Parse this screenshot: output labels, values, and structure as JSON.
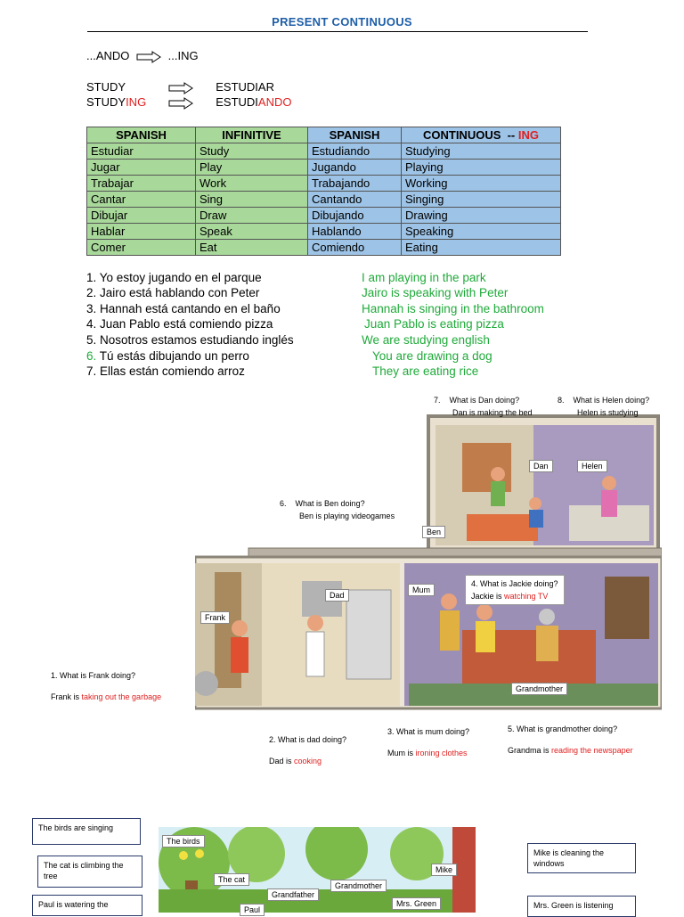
{
  "title": "PRESENT CONTINUOUS",
  "rule_ando": {
    "left": "...ANDO",
    "right": "...ING"
  },
  "study_rows": [
    {
      "en": "STUDY",
      "en_suffix": "",
      "es": "ESTUDIAR",
      "es_suffix": ""
    },
    {
      "en": "STUDY",
      "en_suffix": "ING",
      "es": "ESTUDI",
      "es_suffix": "ANDO"
    }
  ],
  "table": {
    "headers": [
      "SPANISH",
      "INFINITIVE",
      "SPANISH",
      "CONTINUOUS  -- "
    ],
    "header_suffix": "ING",
    "rows": [
      [
        "Estudiar",
        "Study",
        "Estudiando",
        "Studying"
      ],
      [
        "Jugar",
        "Play",
        "Jugando",
        "Playing"
      ],
      [
        "Trabajar",
        "Work",
        "Trabajando",
        "Working"
      ],
      [
        "Cantar",
        "Sing",
        "Cantando",
        "Singing"
      ],
      [
        "Dibujar",
        "Draw",
        "Dibujando",
        "Drawing"
      ],
      [
        "Hablar",
        "Speak",
        "Hablando",
        "Speaking"
      ],
      [
        "Comer",
        "Eat",
        "Comiendo",
        "Eating"
      ]
    ]
  },
  "sentences": [
    {
      "num": "1.",
      "es": "Yo estoy jugando en el parque",
      "en": "I am playing in the park"
    },
    {
      "num": "2.",
      "es": "Jairo está hablando con Peter",
      "en": "Jairo is speaking with Peter"
    },
    {
      "num": "3.",
      "es": "Hannah está cantando en el baño",
      "en": "Hannah is singing in the bathroom"
    },
    {
      "num": "4.",
      "es": "Juan Pablo está comiendo pizza",
      "en": "Juan Pablo is eating pizza"
    },
    {
      "num": "5.",
      "es": "Nosotros estamos estudiando inglés",
      "en": "We are studying english"
    },
    {
      "num": "6.",
      "es": "Tú estás dibujando un perro",
      "en": "You are drawing a dog"
    },
    {
      "num": "7.",
      "es": "Ellas están comiendo arroz",
      "en": "They are eating rice"
    }
  ],
  "house_labels": {
    "dan": "Dan",
    "helen": "Helen",
    "ben": "Ben",
    "dad": "Dad",
    "frank": "Frank",
    "mum": "Mum",
    "grandmother": "Grandmother"
  },
  "house_questions": {
    "q7": {
      "num": "7.",
      "q": "What is Dan doing?",
      "a": "Dan is making the bed"
    },
    "q8": {
      "num": "8.",
      "q": "What is Helen doing?",
      "a": "Helen is studying"
    },
    "q6": {
      "num": "6.",
      "q": "What is Ben doing?",
      "a": "Ben is playing videogames"
    },
    "q4": {
      "q": "4. What is Jackie doing?",
      "a_pre": "Jackie is ",
      "a_red": "watching TV"
    },
    "q1": {
      "q": "1. What is Frank doing?",
      "a_pre": "Frank is ",
      "a_red": "taking out the garbage"
    },
    "q2": {
      "q": "2. What is dad doing?",
      "a_pre": "Dad is ",
      "a_red": "cooking"
    },
    "q3": {
      "q": "3. What is mum doing?",
      "a_pre": "Mum is ",
      "a_red": "ironing clothes"
    },
    "q5": {
      "q": "5. What is grandmother doing?",
      "a_pre": "Grandma is ",
      "a_red": "reading the newspaper"
    }
  },
  "garden": {
    "callouts": {
      "birds": "The birds are singing",
      "cat": "The cat is climbing the tree",
      "paul": "Paul is watering the",
      "mike": "Mike is cleaning the windows",
      "mrsgreen": "Mrs. Green is listening"
    },
    "labels": {
      "birds": "The birds",
      "cat": "The cat",
      "grandfather": "Grandfather",
      "grandmother": "Grandmother",
      "mike": "Mike",
      "mrsgreen": "Mrs. Green",
      "paul": "Paul"
    }
  },
  "colors": {
    "title": "#1f5fa8",
    "red": "#e02020",
    "green_text": "#1faa3a",
    "table_green": "#a8d89a",
    "table_blue": "#9dc3e6"
  },
  "icons": [
    "arrow-right-outline-icon"
  ]
}
